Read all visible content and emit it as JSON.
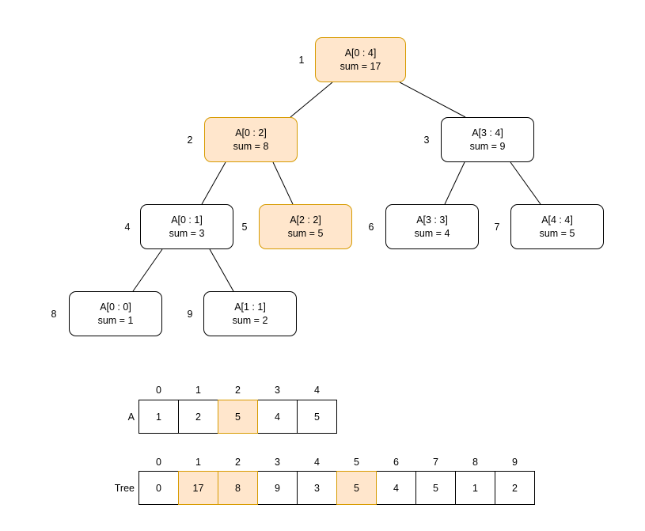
{
  "tree": {
    "nodes": [
      {
        "id": 1,
        "range": "A[0 : 4]",
        "sum": "sum = 17",
        "highlighted": true
      },
      {
        "id": 2,
        "range": "A[0 : 2]",
        "sum": "sum = 8",
        "highlighted": true
      },
      {
        "id": 3,
        "range": "A[3 : 4]",
        "sum": "sum = 9",
        "highlighted": false
      },
      {
        "id": 4,
        "range": "A[0 : 1]",
        "sum": "sum = 3",
        "highlighted": false
      },
      {
        "id": 5,
        "range": "A[2 : 2]",
        "sum": "sum = 5",
        "highlighted": true
      },
      {
        "id": 6,
        "range": "A[3 : 3]",
        "sum": "sum = 4",
        "highlighted": false
      },
      {
        "id": 7,
        "range": "A[4 : 4]",
        "sum": "sum = 5",
        "highlighted": false
      },
      {
        "id": 8,
        "range": "A[0 : 0]",
        "sum": "sum = 1",
        "highlighted": false
      },
      {
        "id": 9,
        "range": "A[1 : 1]",
        "sum": "sum = 2",
        "highlighted": false
      }
    ],
    "edges": [
      [
        1,
        2
      ],
      [
        1,
        3
      ],
      [
        2,
        4
      ],
      [
        2,
        5
      ],
      [
        3,
        6
      ],
      [
        3,
        7
      ],
      [
        4,
        8
      ],
      [
        4,
        9
      ]
    ]
  },
  "arrays": {
    "a": {
      "label": "A",
      "indices": [
        "0",
        "1",
        "2",
        "3",
        "4"
      ],
      "values": [
        "1",
        "2",
        "5",
        "4",
        "5"
      ],
      "highlighted_indices": [
        2
      ]
    },
    "tree": {
      "label": "Tree",
      "indices": [
        "0",
        "1",
        "2",
        "3",
        "4",
        "5",
        "6",
        "7",
        "8",
        "9"
      ],
      "values": [
        "0",
        "17",
        "8",
        "9",
        "3",
        "5",
        "4",
        "5",
        "1",
        "2"
      ],
      "highlighted_indices": [
        1,
        2,
        5
      ]
    }
  },
  "colors": {
    "highlight_fill": "#ffe6cc",
    "highlight_border": "#d79b00",
    "node_border": "#000000",
    "edge": "#000000",
    "background": "#ffffff"
  }
}
